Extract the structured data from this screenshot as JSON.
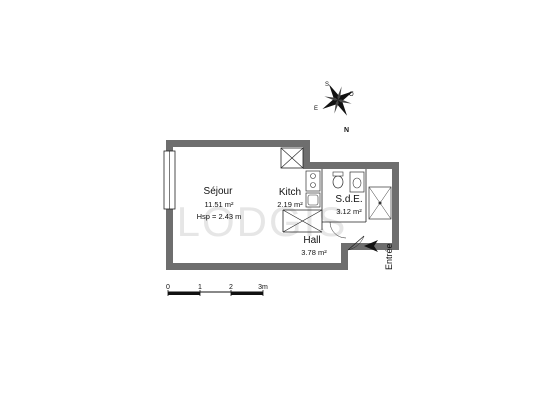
{
  "compass": {
    "label_n": "N",
    "label_s": "S",
    "label_e": "E",
    "label_o": "O"
  },
  "rooms": {
    "sejour": {
      "name": "Séjour",
      "area": "11.51 m²",
      "height": "Hsp = 2.43 m"
    },
    "kitch": {
      "name": "Kitch",
      "area": "2.19 m²"
    },
    "sde": {
      "name": "S.d.E.",
      "area": "3.12 m²"
    },
    "hall": {
      "name": "Hall",
      "area": "3.78 m²"
    }
  },
  "entrance": {
    "label": "Entrée"
  },
  "scale": {
    "ticks": [
      "0",
      "1",
      "2",
      "3m"
    ]
  },
  "watermark": {
    "text": "LODGIS"
  }
}
